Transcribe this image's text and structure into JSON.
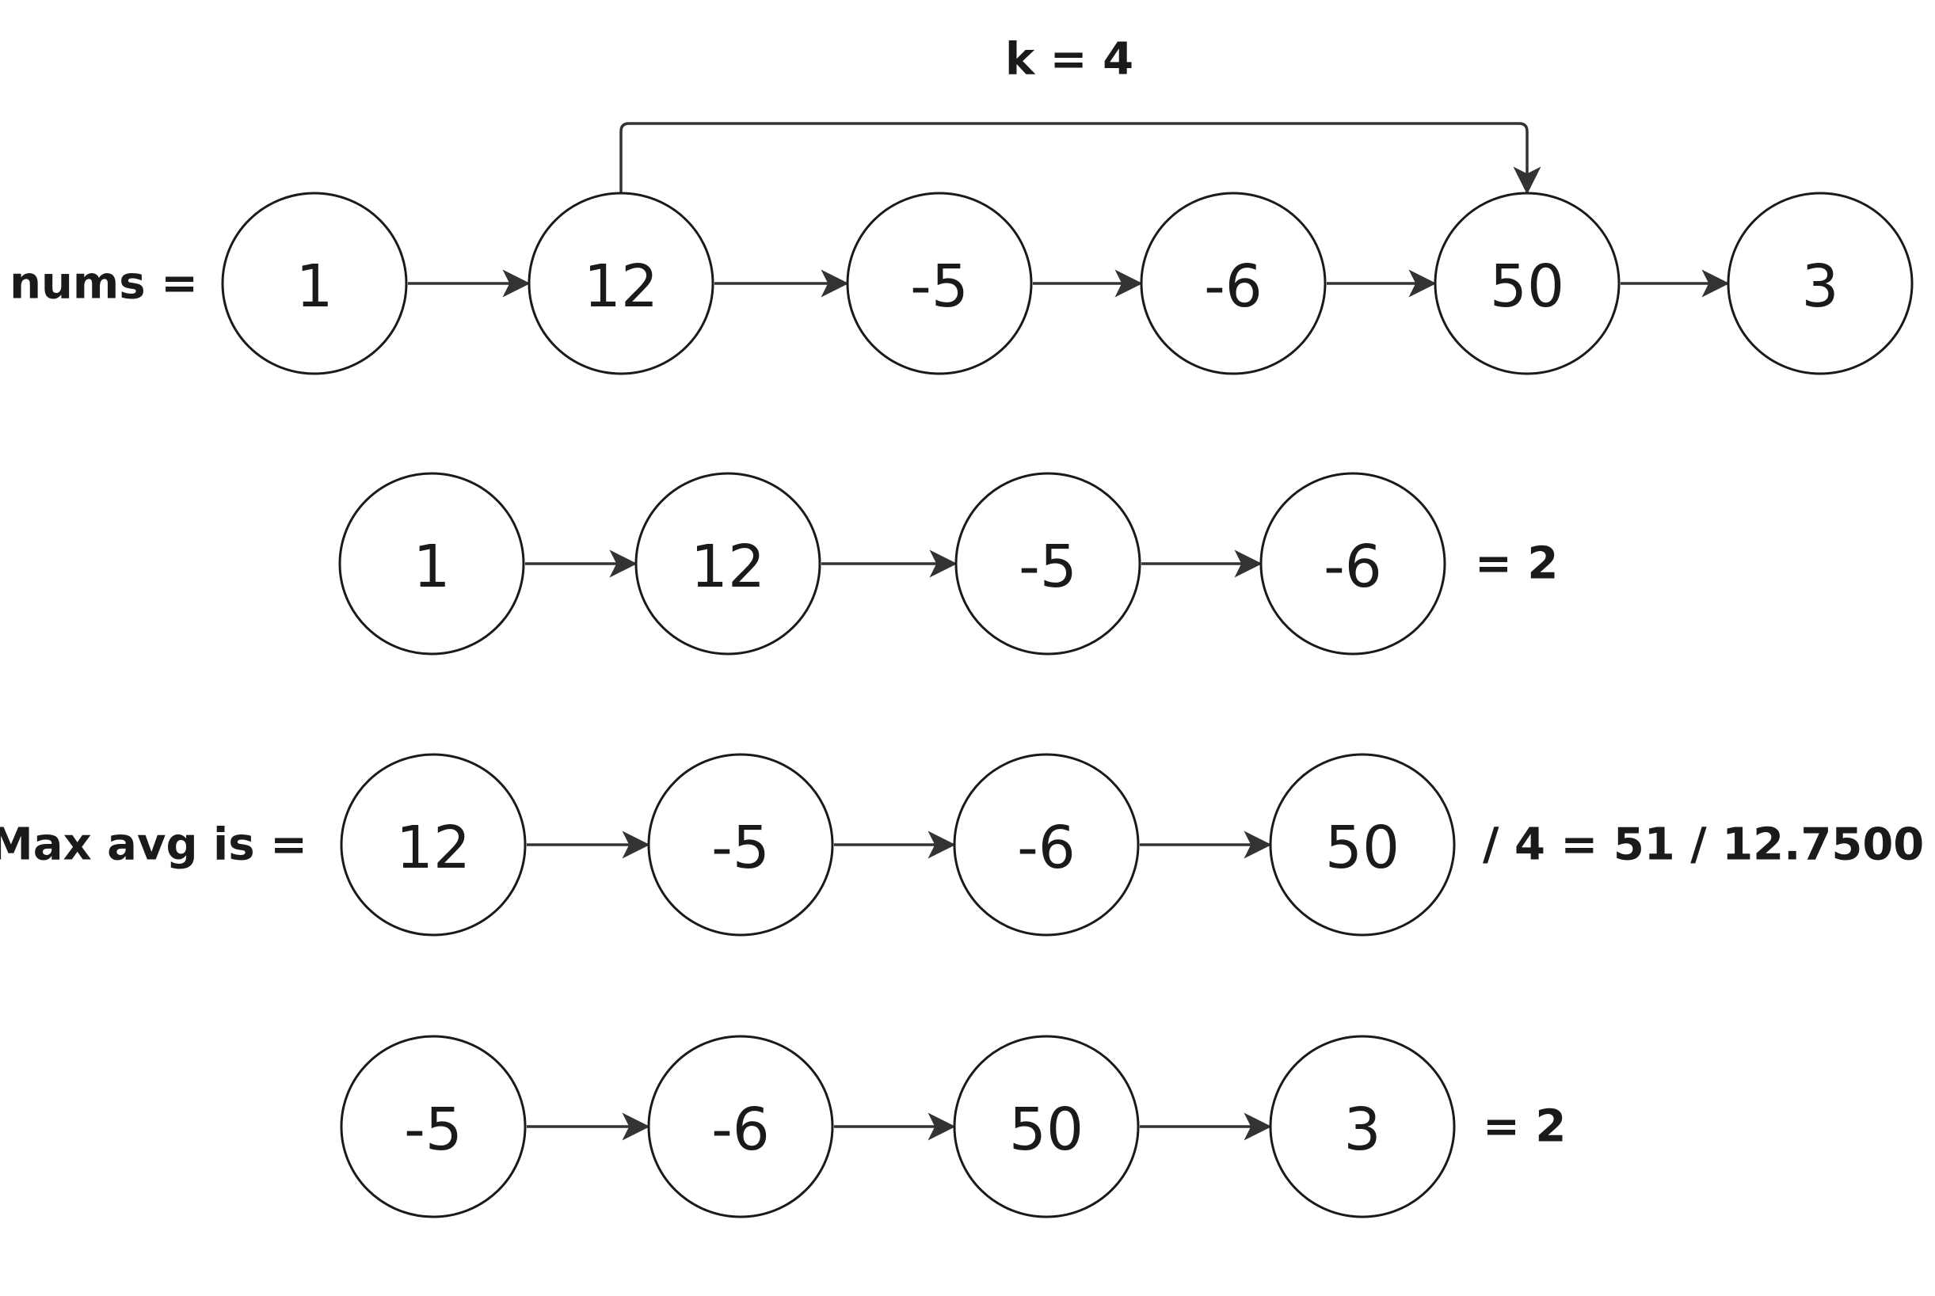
{
  "title_label": "k = 4",
  "window_bracket": {
    "from_index": 1,
    "to_index": 4
  },
  "rows": [
    {
      "id": "nums",
      "prefix": "nums =",
      "values": [
        "1",
        "12",
        "-5",
        "-6",
        "50",
        "3"
      ],
      "suffix": ""
    },
    {
      "id": "window-1",
      "prefix": "",
      "values": [
        "1",
        "12",
        "-5",
        "-6"
      ],
      "suffix": "= 2"
    },
    {
      "id": "window-2-max",
      "prefix": "Max avg is =",
      "values": [
        "12",
        "-5",
        "-6",
        "50"
      ],
      "suffix": "/ 4 = 51 / 12.7500"
    },
    {
      "id": "window-3",
      "prefix": "",
      "values": [
        "-5",
        "-6",
        "50",
        "3"
      ],
      "suffix": "= 2"
    }
  ],
  "colors": {
    "stroke": "#1a1a1a",
    "edge": "#333333",
    "background": "#ffffff"
  }
}
